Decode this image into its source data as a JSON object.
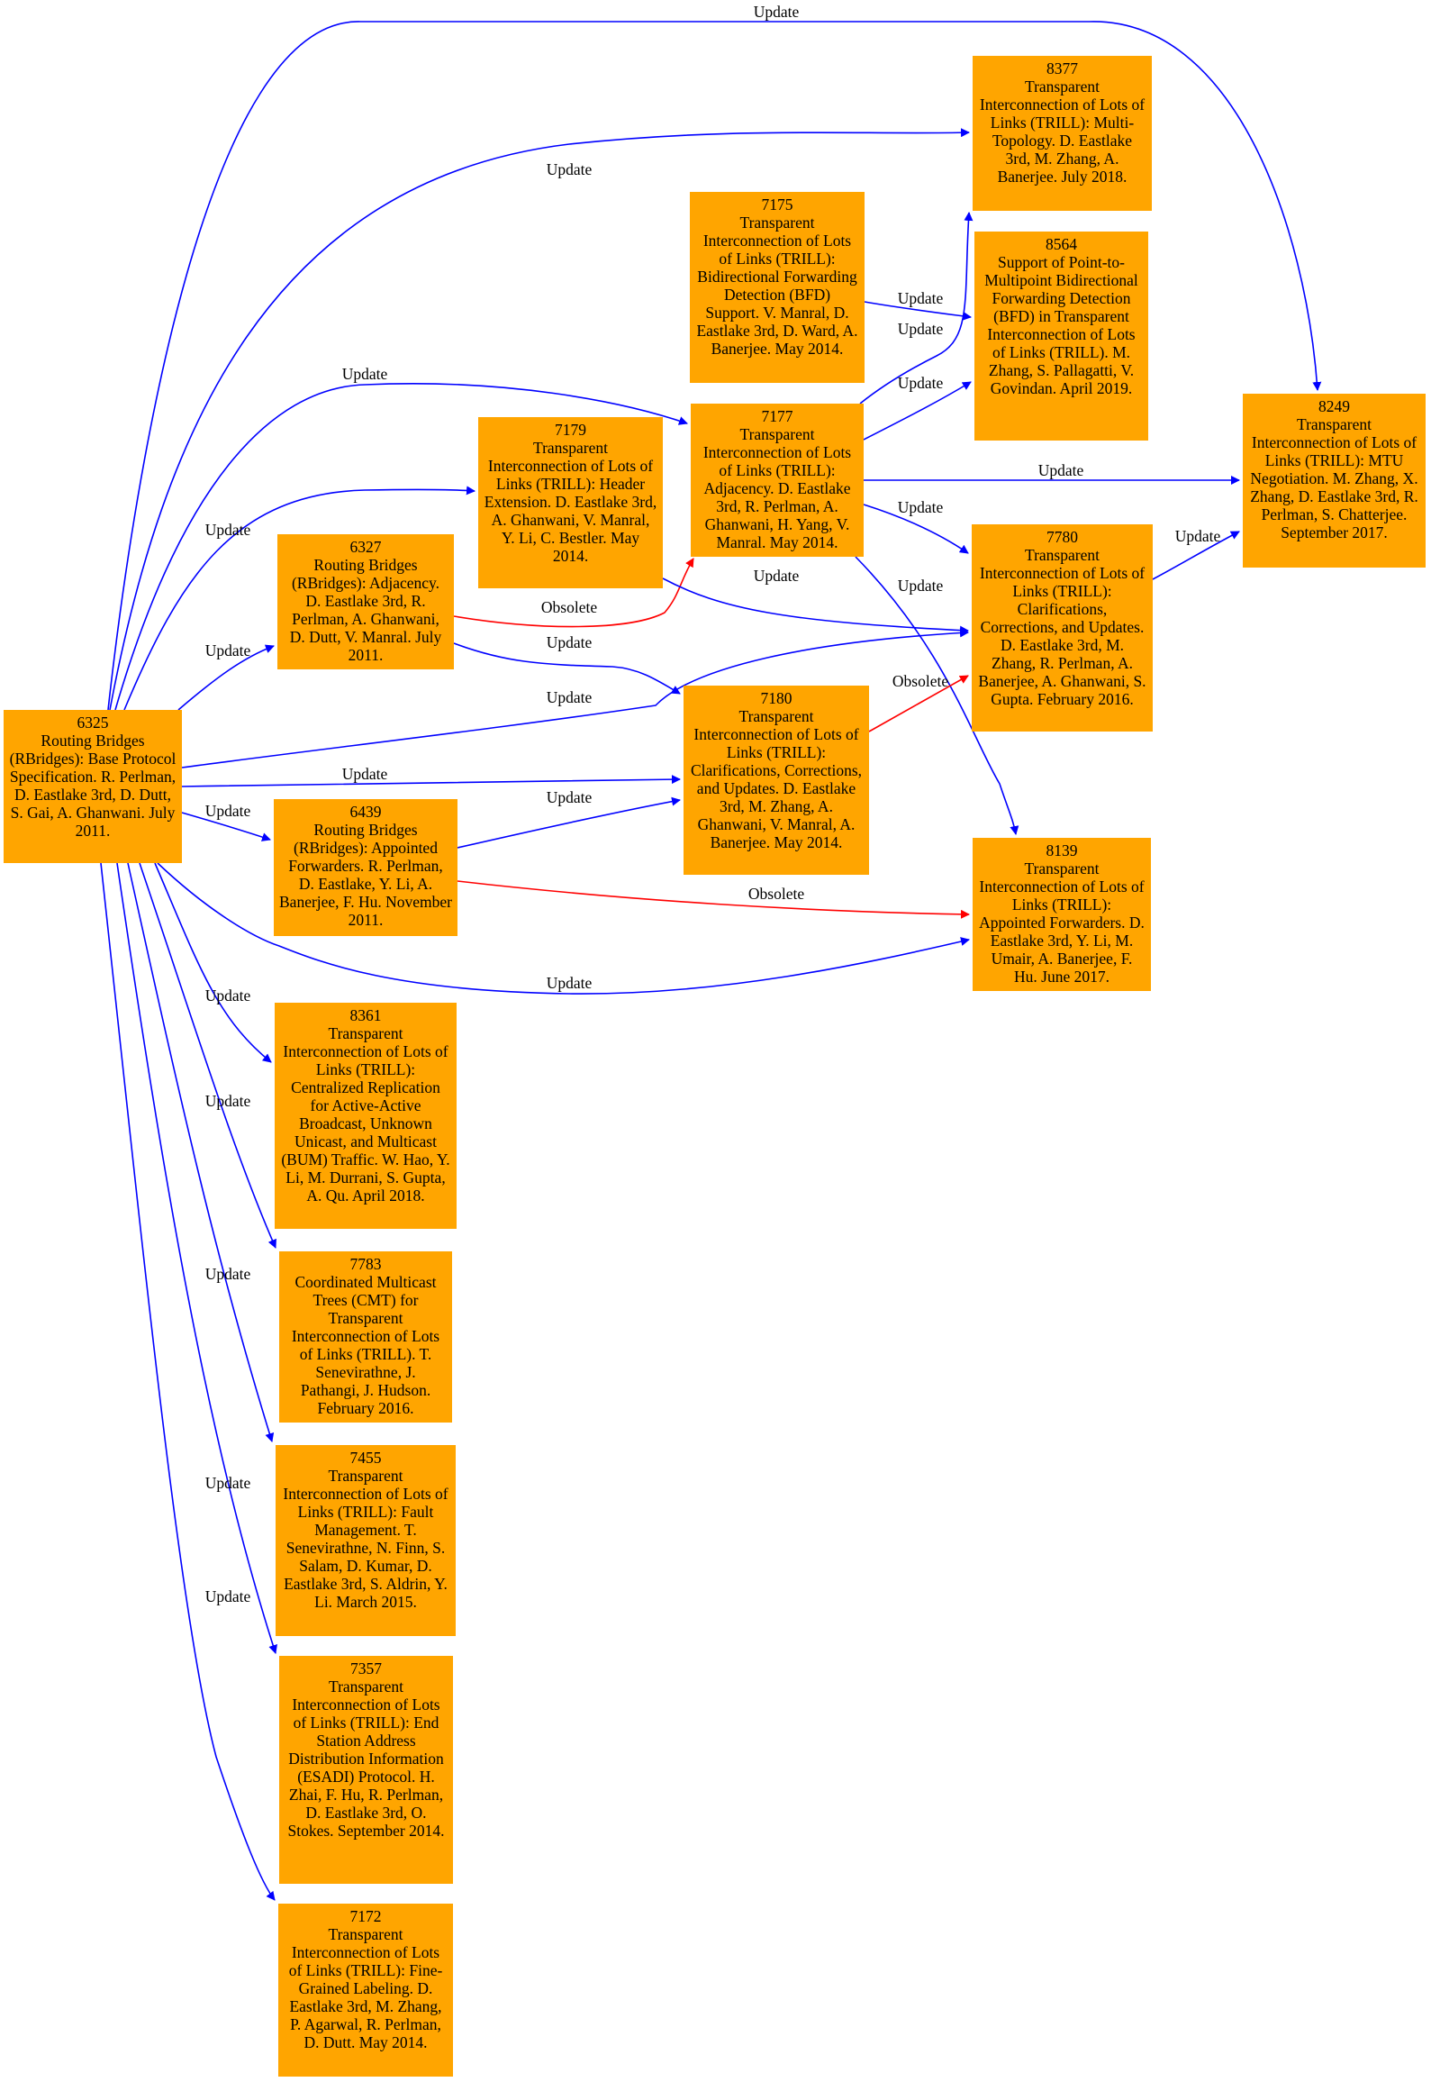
{
  "colors": {
    "node_fill": "#ffa500",
    "update_edge": "#0000ff",
    "obsolete_edge": "#ff0000",
    "background": "#ffffff"
  },
  "labels": {
    "update": "Update",
    "obsolete": "Obsolete"
  },
  "nodes": [
    {
      "id": "n6325",
      "number": "6325",
      "text": "Routing Bridges (RBridges): Base Protocol Specification. R. Perlman, D. Eastlake 3rd, D. Dutt, S. Gai, A. Ghanwani. July 2011."
    },
    {
      "id": "n6327",
      "number": "6327",
      "text": "Routing Bridges (RBridges): Adjacency. D. Eastlake 3rd, R. Perlman, A. Ghanwani, D. Dutt, V. Manral. July 2011."
    },
    {
      "id": "n6439",
      "number": "6439",
      "text": "Routing Bridges (RBridges): Appointed Forwarders. R. Perlman, D. Eastlake, Y. Li, A. Banerjee, F. Hu. November 2011."
    },
    {
      "id": "n7172",
      "number": "7172",
      "text": "Transparent Interconnection of Lots of Links (TRILL): Fine-Grained Labeling. D. Eastlake 3rd, M. Zhang, P. Agarwal, R. Perlman, D. Dutt. May 2014."
    },
    {
      "id": "n7175",
      "number": "7175",
      "text": "Transparent Interconnection of Lots of Links (TRILL): Bidirectional Forwarding Detection (BFD) Support. V. Manral, D. Eastlake 3rd, D. Ward, A. Banerjee. May 2014."
    },
    {
      "id": "n7177",
      "number": "7177",
      "text": "Transparent Interconnection of Lots of Links (TRILL): Adjacency. D. Eastlake 3rd, R. Perlman, A. Ghanwani, H. Yang, V. Manral. May 2014."
    },
    {
      "id": "n7179",
      "number": "7179",
      "text": "Transparent Interconnection of Lots of Links (TRILL): Header Extension. D. Eastlake 3rd, A. Ghanwani, V. Manral, Y. Li, C. Bestler. May 2014."
    },
    {
      "id": "n7180",
      "number": "7180",
      "text": "Transparent Interconnection of Lots of Links (TRILL): Clarifications, Corrections, and Updates. D. Eastlake 3rd, M. Zhang, A. Ghanwani, V. Manral, A. Banerjee. May 2014."
    },
    {
      "id": "n7357",
      "number": "7357",
      "text": "Transparent Interconnection of Lots of Links (TRILL): End Station Address Distribution Information (ESADI) Protocol. H. Zhai, F. Hu, R. Perlman, D. Eastlake 3rd, O. Stokes. September 2014."
    },
    {
      "id": "n7455",
      "number": "7455",
      "text": "Transparent Interconnection of Lots of Links (TRILL): Fault Management. T. Senevirathne, N. Finn, S. Salam, D. Kumar, D. Eastlake 3rd, S. Aldrin, Y. Li. March 2015."
    },
    {
      "id": "n7780",
      "number": "7780",
      "text": "Transparent Interconnection of Lots of Links (TRILL): Clarifications, Corrections, and Updates. D. Eastlake 3rd, M. Zhang, R. Perlman, A. Banerjee, A. Ghanwani, S. Gupta. February 2016."
    },
    {
      "id": "n7783",
      "number": "7783",
      "text": "Coordinated Multicast Trees (CMT) for Transparent Interconnection of Lots of Links (TRILL). T. Senevirathne, J. Pathangi, J. Hudson. February 2016."
    },
    {
      "id": "n8139",
      "number": "8139",
      "text": "Transparent Interconnection of Lots of Links (TRILL): Appointed Forwarders. D. Eastlake 3rd, Y. Li, M. Umair, A. Banerjee, F. Hu. June 2017."
    },
    {
      "id": "n8249",
      "number": "8249",
      "text": "Transparent Interconnection of Lots of Links (TRILL): MTU Negotiation. M. Zhang, X. Zhang, D. Eastlake 3rd, R. Perlman, S. Chatterjee. September 2017."
    },
    {
      "id": "n8361",
      "number": "8361",
      "text": "Transparent Interconnection of Lots of Links (TRILL): Centralized Replication for Active-Active Broadcast, Unknown Unicast, and Multicast (BUM) Traffic. W. Hao, Y. Li, M. Durrani, S. Gupta, A. Qu. April 2018."
    },
    {
      "id": "n8377",
      "number": "8377",
      "text": "Transparent Interconnection of Lots of Links (TRILL): Multi-Topology. D. Eastlake 3rd, M. Zhang, A. Banerjee. July 2018."
    },
    {
      "id": "n8564",
      "number": "8564",
      "text": "Support of Point-to-Multipoint Bidirectional Forwarding Detection (BFD) in Transparent Interconnection of Lots of Links (TRILL). M. Zhang, S. Pallagatti, V. Govindan. April 2019."
    }
  ],
  "edges": [
    {
      "id": "e6325-8249",
      "from": "6325",
      "to": "8249",
      "kind": "update",
      "label": "Update"
    },
    {
      "id": "e6325-8377",
      "from": "6325",
      "to": "8377",
      "kind": "update",
      "label": "Update"
    },
    {
      "id": "e6325-7177",
      "from": "6325",
      "to": "7177",
      "kind": "update",
      "label": "Update"
    },
    {
      "id": "e6325-7179",
      "from": "6325",
      "to": "7179",
      "kind": "update",
      "label": "Update"
    },
    {
      "id": "e6325-6327",
      "from": "6325",
      "to": "6327",
      "kind": "update",
      "label": "Update"
    },
    {
      "id": "e6325-7780",
      "from": "6325",
      "to": "7780",
      "kind": "update",
      "label": "Update"
    },
    {
      "id": "e6325-7180",
      "from": "6325",
      "to": "7180",
      "kind": "update",
      "label": "Update"
    },
    {
      "id": "e6325-6439",
      "from": "6325",
      "to": "6439",
      "kind": "update",
      "label": "Update"
    },
    {
      "id": "e6325-8139",
      "from": "6325",
      "to": "8139",
      "kind": "update",
      "label": "Update"
    },
    {
      "id": "e6325-8361",
      "from": "6325",
      "to": "8361",
      "kind": "update",
      "label": "Update"
    },
    {
      "id": "e6325-7783",
      "from": "6325",
      "to": "7783",
      "kind": "update",
      "label": "Update"
    },
    {
      "id": "e6325-7455",
      "from": "6325",
      "to": "7455",
      "kind": "update",
      "label": "Update"
    },
    {
      "id": "e6325-7357",
      "from": "6325",
      "to": "7357",
      "kind": "update",
      "label": "Update"
    },
    {
      "id": "e6325-7172",
      "from": "6325",
      "to": "7172",
      "kind": "update",
      "label": "Update"
    },
    {
      "id": "e6327-7177",
      "from": "6327",
      "to": "7177",
      "kind": "obsolete",
      "label": "Obsolete"
    },
    {
      "id": "e6327-7180",
      "from": "6327",
      "to": "7180",
      "kind": "update",
      "label": "Update"
    },
    {
      "id": "e6439-7180",
      "from": "6439",
      "to": "7180",
      "kind": "update",
      "label": "Update"
    },
    {
      "id": "e6439-8139",
      "from": "6439",
      "to": "8139",
      "kind": "obsolete",
      "label": "Obsolete"
    },
    {
      "id": "e7179-7780",
      "from": "7179",
      "to": "7780",
      "kind": "update",
      "label": "Update"
    },
    {
      "id": "e7175-8564",
      "from": "7175",
      "to": "8564",
      "kind": "update",
      "label": "Update"
    },
    {
      "id": "e7177-8377",
      "from": "7177",
      "to": "8377",
      "kind": "update",
      "label": "Update"
    },
    {
      "id": "e7177-8564",
      "from": "7177",
      "to": "8564",
      "kind": "update",
      "label": "Update"
    },
    {
      "id": "e7177-8249",
      "from": "7177",
      "to": "8249",
      "kind": "update",
      "label": "Update"
    },
    {
      "id": "e7177-7780",
      "from": "7177",
      "to": "7780",
      "kind": "update",
      "label": "Update"
    },
    {
      "id": "e7177-8139",
      "from": "7177",
      "to": "8139",
      "kind": "update",
      "label": "Update"
    },
    {
      "id": "e7180-7780",
      "from": "7180",
      "to": "7780",
      "kind": "obsolete",
      "label": "Obsolete"
    },
    {
      "id": "e7780-8249",
      "from": "7780",
      "to": "8249",
      "kind": "update",
      "label": "Update"
    }
  ]
}
